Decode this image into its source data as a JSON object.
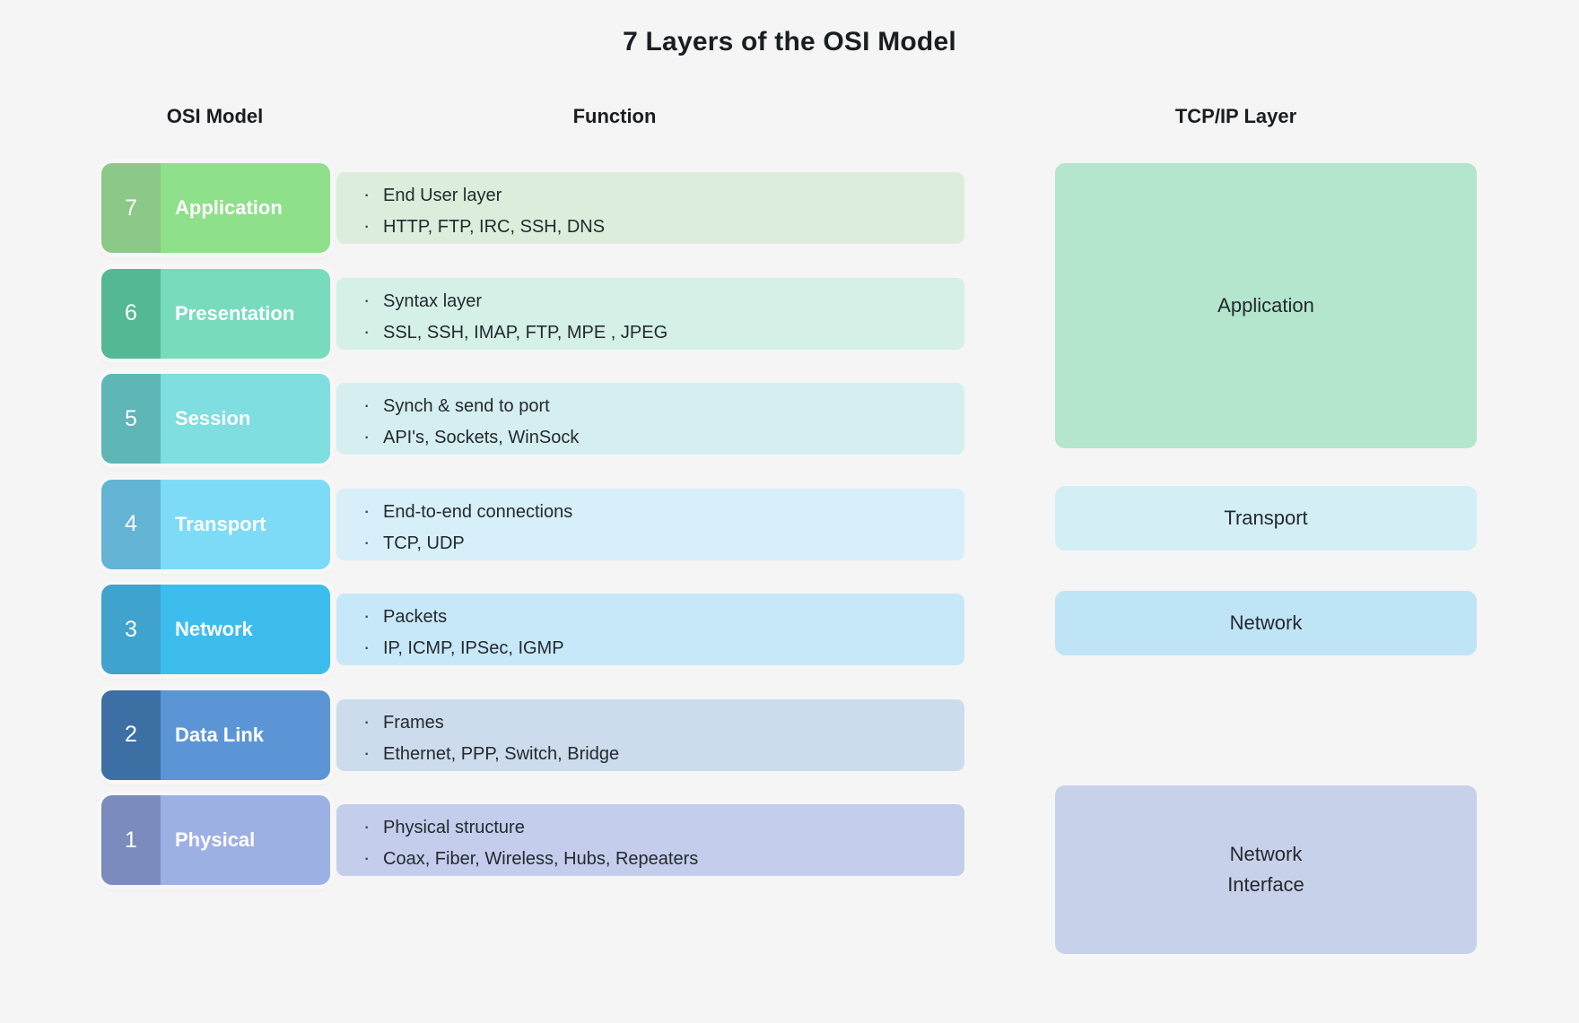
{
  "title": "7 Layers of the OSI Model",
  "headers": {
    "osi": "OSI Model",
    "function": "Function",
    "tcpip": "TCP/IP Layer"
  },
  "colors": {
    "background": "#f5f5f5",
    "text": "#1a1d21"
  },
  "layers": [
    {
      "number": "7",
      "name": "Application",
      "num_bg": "#8cc887",
      "name_bg": "#8ee08a",
      "panel_bg": "#dceedb",
      "lines": [
        "End User layer",
        "HTTP, FTP, IRC, SSH, DNS"
      ]
    },
    {
      "number": "6",
      "name": "Presentation",
      "num_bg": "#55b894",
      "name_bg": "#78dcbc",
      "panel_bg": "#d4f0e7",
      "lines": [
        "Syntax layer",
        "SSL, SSH, IMAP, FTP, MPE ,  JPEG"
      ]
    },
    {
      "number": "5",
      "name": "Session",
      "num_bg": "#5eb6b6",
      "name_bg": "#7edee0",
      "panel_bg": "#d5eff0",
      "lines": [
        "Synch & send to port",
        "API's, Sockets, WinSock"
      ]
    },
    {
      "number": "4",
      "name": "Transport",
      "num_bg": "#63b4d4",
      "name_bg": "#7ddbf7",
      "panel_bg": "#d6eff8",
      "lines": [
        "End-to-end connections",
        "TCP, UDP"
      ]
    },
    {
      "number": "3",
      "name": "Network",
      "num_bg": "#3fa3cd",
      "name_bg": "#3cbdee",
      "panel_bg": "#c7e8f8",
      "lines": [
        "Packets",
        "IP, ICMP, IPSec, IGMP"
      ]
    },
    {
      "number": "2",
      "name": "Data Link",
      "num_bg": "#3c6fa4",
      "name_bg": "#5c95d6",
      "panel_bg": "#ccdcec",
      "lines": [
        "Frames",
        "Ethernet, PPP, Switch, Bridge"
      ]
    },
    {
      "number": "1",
      "name": "Physical",
      "num_bg": "#7b8bbd",
      "name_bg": "#9db0e4",
      "panel_bg": "#c4cdeb",
      "lines": [
        "Physical structure",
        "Coax, Fiber, Wireless, Hubs, Repeaters"
      ]
    }
  ],
  "tcpip_blocks": [
    {
      "label": "Application",
      "bg": "#b3e6cc"
    },
    {
      "label": "Transport",
      "bg": "#d4eef6"
    },
    {
      "label": "Network",
      "bg": "#bfe4f6"
    },
    {
      "label": "Network\nInterface",
      "bg": "#c8d1ea"
    }
  ]
}
